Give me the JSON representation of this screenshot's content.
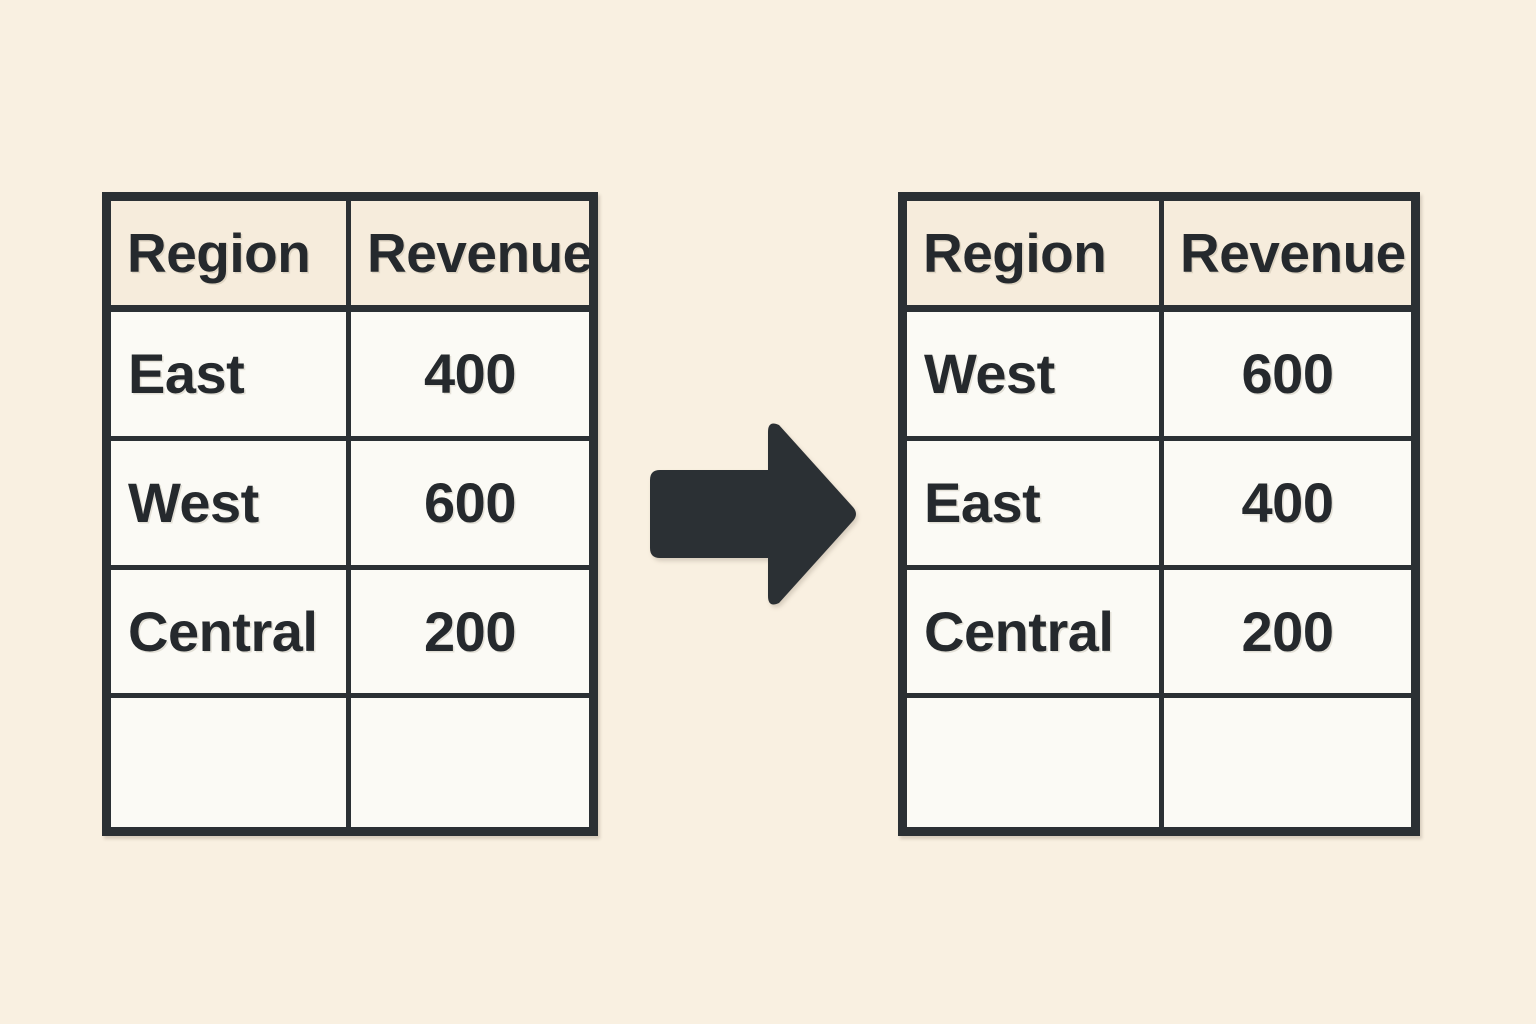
{
  "background_color": "#f9f0e1",
  "ink_color": "#2b3034",
  "header_fill": "#f6ecdc",
  "cell_fill": "#fbfaf5",
  "transform": {
    "operation_icon": "right-arrow-icon",
    "direction": "right"
  },
  "chart_data": {
    "type": "table",
    "title": "",
    "columns": [
      "Region",
      "Revenue"
    ],
    "before": {
      "label": "before",
      "rows": [
        [
          "East",
          "400"
        ],
        [
          "West",
          "600"
        ],
        [
          "Central",
          "200"
        ],
        [
          "",
          ""
        ]
      ]
    },
    "after": {
      "label": "after",
      "rows": [
        [
          "West",
          "600"
        ],
        [
          "East",
          "400"
        ],
        [
          "Central",
          "200"
        ],
        [
          "",
          ""
        ]
      ]
    }
  },
  "tables": {
    "left": {
      "name": "source-table",
      "headers": {
        "region": "Region",
        "revenue": "Revenue"
      },
      "rows": [
        {
          "region": "East",
          "revenue": "400"
        },
        {
          "region": "West",
          "revenue": "600"
        },
        {
          "region": "Central",
          "revenue": "200"
        },
        {
          "region": "",
          "revenue": ""
        }
      ]
    },
    "right": {
      "name": "result-table",
      "headers": {
        "region": "Region",
        "revenue": "Revenue"
      },
      "rows": [
        {
          "region": "West",
          "revenue": "600"
        },
        {
          "region": "East",
          "revenue": "400"
        },
        {
          "region": "Central",
          "revenue": "200"
        },
        {
          "region": "",
          "revenue": ""
        }
      ]
    }
  }
}
